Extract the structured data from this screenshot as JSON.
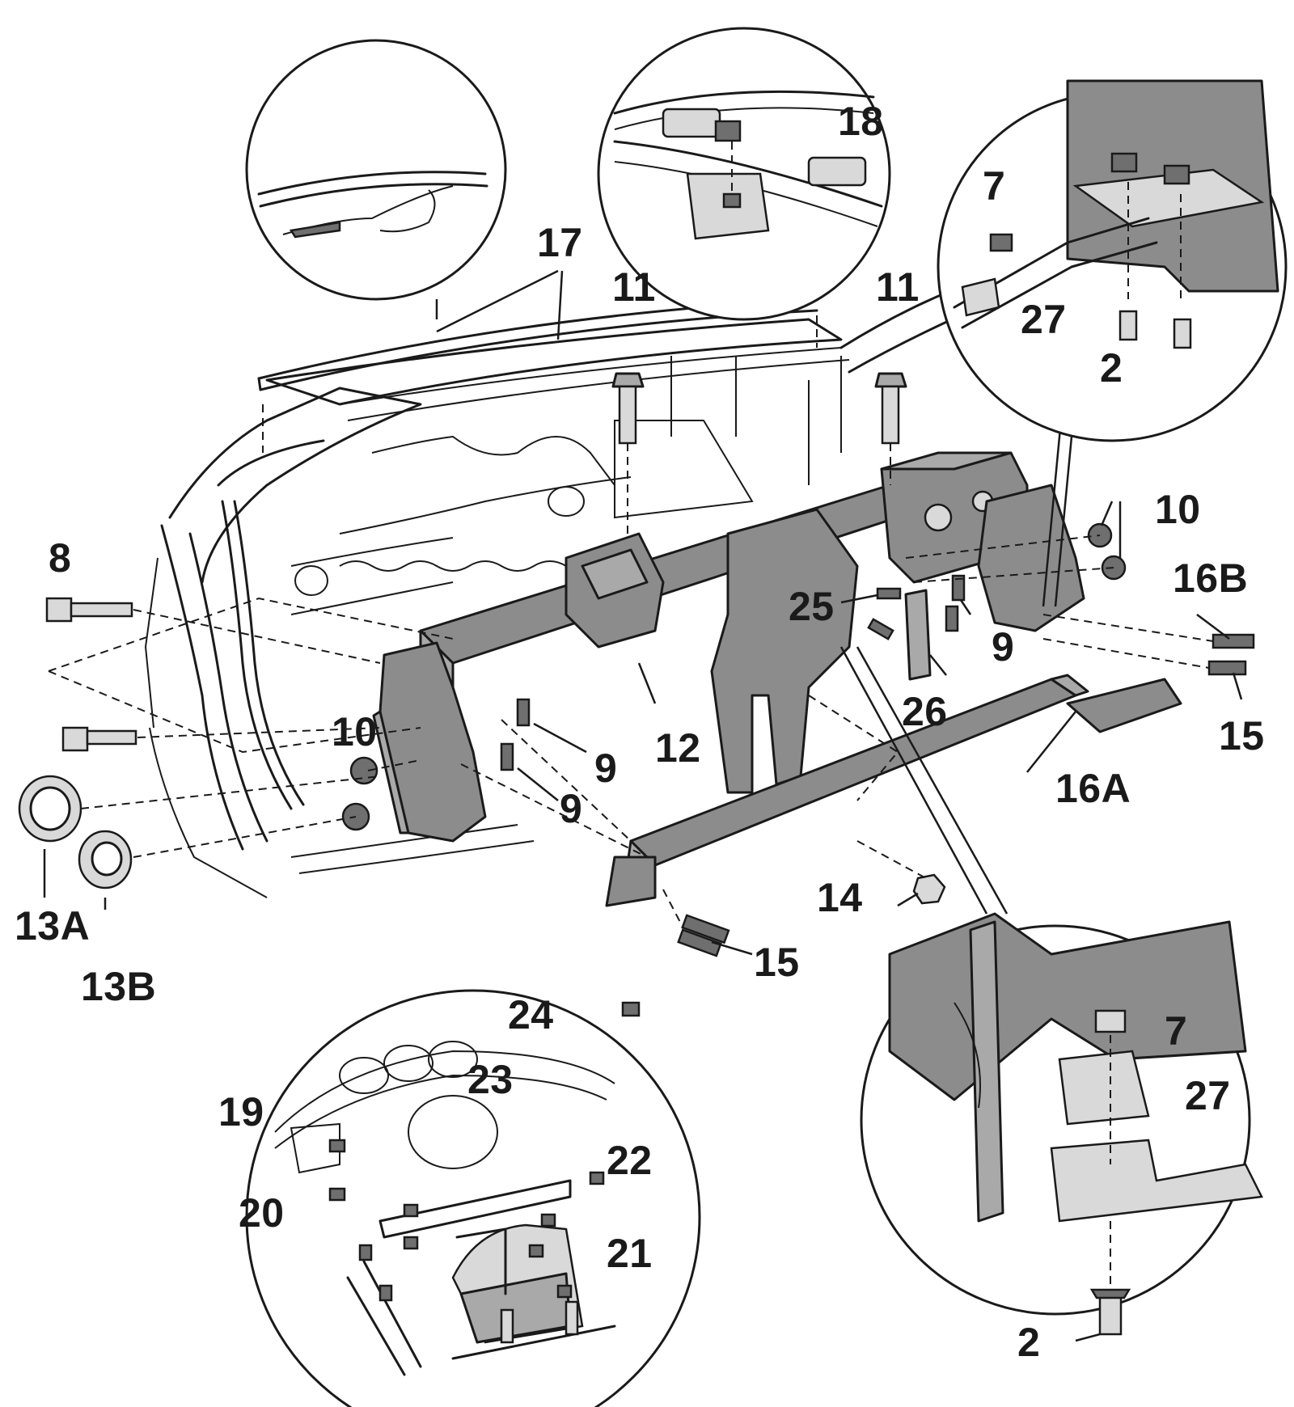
{
  "callouts": [
    {
      "id": "c17",
      "label": "17"
    },
    {
      "id": "c11a",
      "label": "11"
    },
    {
      "id": "c18",
      "label": "18"
    },
    {
      "id": "c11b",
      "label": "11"
    },
    {
      "id": "c7a",
      "label": "7"
    },
    {
      "id": "c27a",
      "label": "27"
    },
    {
      "id": "c2a",
      "label": "2"
    },
    {
      "id": "c10a",
      "label": "10"
    },
    {
      "id": "c16b",
      "label": "16B"
    },
    {
      "id": "c8",
      "label": "8"
    },
    {
      "id": "c25",
      "label": "25"
    },
    {
      "id": "c9a",
      "label": "9"
    },
    {
      "id": "c15a",
      "label": "15"
    },
    {
      "id": "c26",
      "label": "26"
    },
    {
      "id": "c10b",
      "label": "10"
    },
    {
      "id": "c12",
      "label": "12"
    },
    {
      "id": "c9b",
      "label": "9"
    },
    {
      "id": "c9c",
      "label": "9"
    },
    {
      "id": "c16a",
      "label": "16A"
    },
    {
      "id": "c13a",
      "label": "13A"
    },
    {
      "id": "c13b",
      "label": "13B"
    },
    {
      "id": "c14",
      "label": "14"
    },
    {
      "id": "c15b",
      "label": "15"
    },
    {
      "id": "c24",
      "label": "24"
    },
    {
      "id": "c23",
      "label": "23"
    },
    {
      "id": "c19",
      "label": "19"
    },
    {
      "id": "c22",
      "label": "22"
    },
    {
      "id": "c20",
      "label": "20"
    },
    {
      "id": "c21",
      "label": "21"
    },
    {
      "id": "c7b",
      "label": "7"
    },
    {
      "id": "c27b",
      "label": "27"
    },
    {
      "id": "c2b",
      "label": "2"
    }
  ]
}
